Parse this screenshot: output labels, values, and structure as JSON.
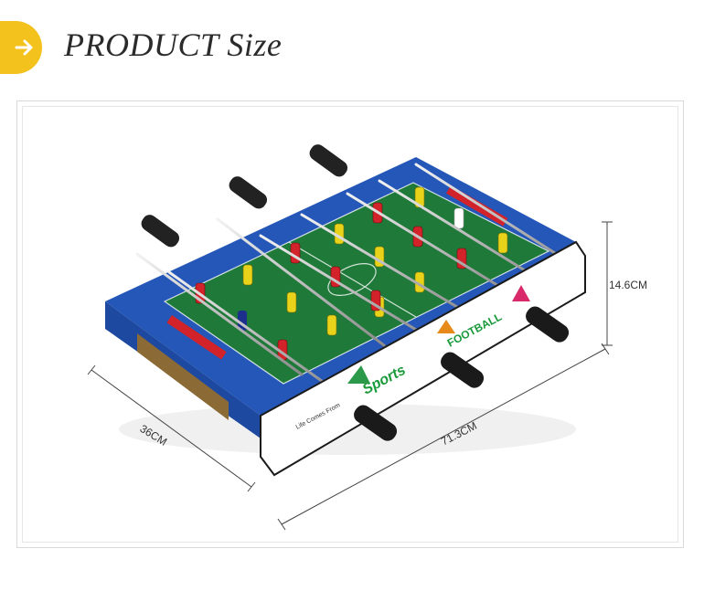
{
  "header": {
    "title": "PRODUCT Size",
    "badge_icon": "arrow-right-icon",
    "accent_color": "#f3c21d"
  },
  "product": {
    "dimensions": {
      "height": "14.6CM",
      "width": "71.3CM",
      "depth": "36CM"
    },
    "side_text": {
      "sports": "Sports",
      "football": "FOOTBALL",
      "tagline": "Life Comes From"
    },
    "colors": {
      "body": "#2457b8",
      "field": "#1f7a3a",
      "team_a": "#e8d21a",
      "team_b": "#d3232a"
    }
  }
}
